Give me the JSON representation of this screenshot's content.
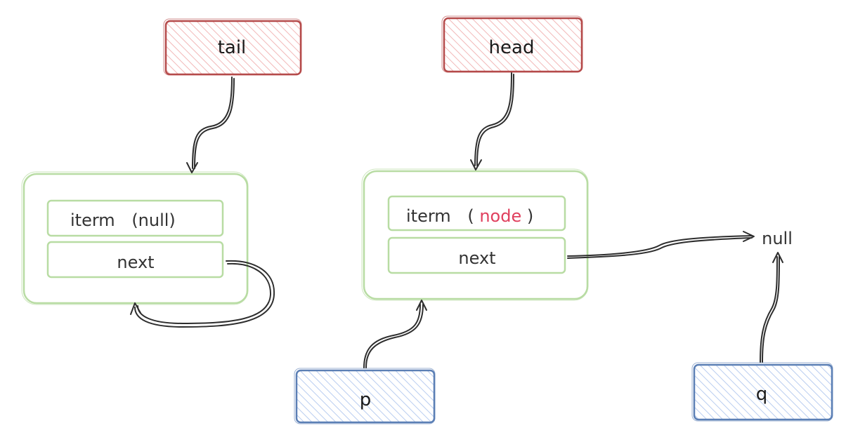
{
  "colors": {
    "pointer_stroke": "#b54a4a",
    "pointer_fill": "#f2b8b8",
    "variable_stroke": "#5b7fb5",
    "variable_fill": "#b9cdf0",
    "node_stroke": "#b8dca3",
    "line": "#2e2e2e",
    "text": "#1a1a1a",
    "accent_text": "#e0405e"
  },
  "pointers": {
    "tail": {
      "label": "tail"
    },
    "head": {
      "label": "head"
    }
  },
  "variables": {
    "p": {
      "label": "p"
    },
    "q": {
      "label": "q"
    }
  },
  "node_left": {
    "item_prefix": "iterm",
    "item_value": "(null)",
    "next_label": "next"
  },
  "node_right": {
    "item_prefix": "iterm",
    "item_open": "(",
    "item_value": "node",
    "item_close": ")",
    "next_label": "next"
  },
  "null_label": "null"
}
